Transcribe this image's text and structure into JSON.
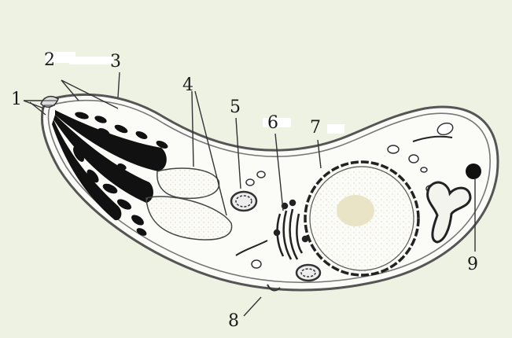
{
  "labels": {
    "l1": "1",
    "l2": "2",
    "l3": "3",
    "l4": "4",
    "l5": "5",
    "l6": "6",
    "l7": "7",
    "l8": "8",
    "l9": "9"
  },
  "colors": {
    "background": "#eef2e3",
    "cell_fill": "#fbfbf8",
    "membrane": "#555555",
    "ink": "#1a1a1a",
    "rhoptry_fill": "#f5f3dc"
  }
}
